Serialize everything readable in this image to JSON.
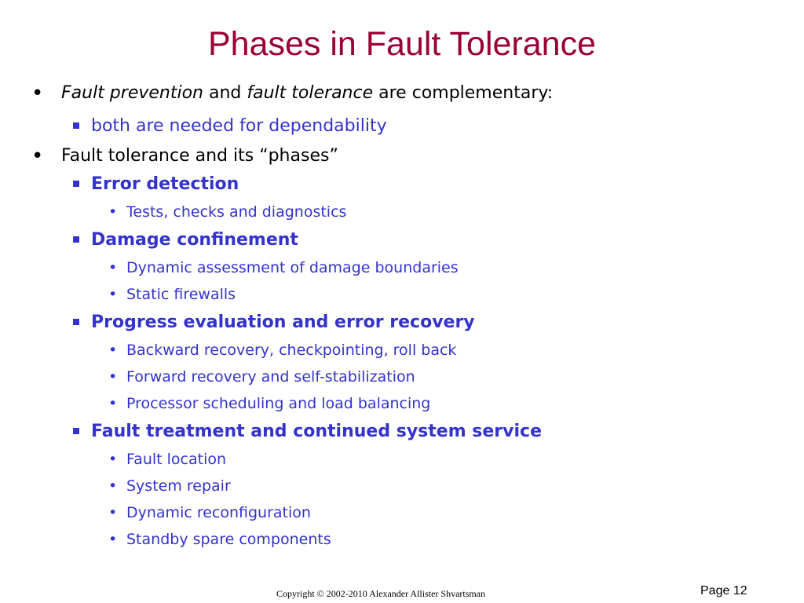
{
  "slide": {
    "title": "Phases in Fault Tolerance",
    "bullet1": {
      "term1": "Fault prevention",
      "joiner": " and ",
      "term2": "fault tolerance",
      "rest": " are complementary:"
    },
    "bullet1_sub": "both are needed for dependability",
    "bullet2": "Fault tolerance and its “phases”",
    "phases": [
      {
        "label": "Error detection",
        "items": [
          "Tests, checks and diagnostics"
        ]
      },
      {
        "label": "Damage confinement",
        "items": [
          "Dynamic assessment of damage boundaries",
          "Static firewalls"
        ]
      },
      {
        "label": "Progress evaluation and error recovery",
        "items": [
          "Backward recovery, checkpointing, roll back",
          "Forward recovery and self-stabilization",
          "Processor scheduling and load balancing"
        ]
      },
      {
        "label": "Fault treatment and continued system service",
        "items": [
          "Fault location",
          "System repair",
          "Dynamic reconfiguration",
          "Standby spare components"
        ]
      }
    ]
  },
  "footer": {
    "copyright": "Copyright © 2002-2010  Alexander Allister Shvartsman",
    "page": "Page 12"
  }
}
